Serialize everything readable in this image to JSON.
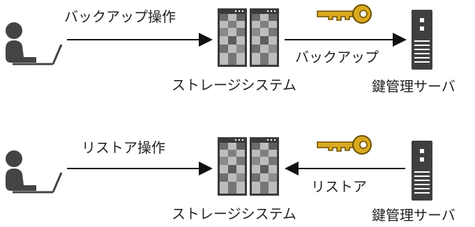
{
  "backup_flow": {
    "operation_label": "バックアップ操作",
    "storage_label": "ストレージシステム",
    "transfer_label": "バックアップ",
    "server_label": "鍵管理サーバ"
  },
  "restore_flow": {
    "operation_label": "リストア操作",
    "storage_label": "ストレージシステム",
    "transfer_label": "リストア",
    "server_label": "鍵管理サーバ"
  },
  "colors": {
    "user": "#444444",
    "key": "#d9a91f",
    "key_outline": "#6b4e00",
    "storage_frame": "#4a4a4a",
    "server": "#3f3f3f",
    "arrow": "#111111"
  },
  "icons": [
    "user-icon",
    "storage-icon",
    "key-icon",
    "server-icon"
  ]
}
